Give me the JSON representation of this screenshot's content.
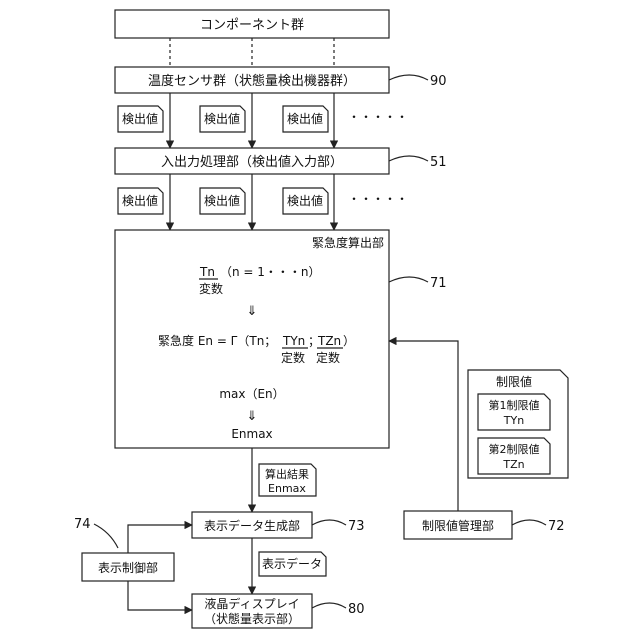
{
  "diagram": {
    "components": "コンポーネント群",
    "sensors": "温度センサ群（状態量検出機器群）",
    "io_unit": "入出力処理部（検出値入力部）",
    "detect_value": "検出値",
    "ellipsis": "・・・・・",
    "calc_unit": "緊急度算出部",
    "tn": "Tn",
    "tn_range": "（n = 1・・・n）",
    "variable": "変数",
    "arrow": "⇓",
    "urgency_prefix": "緊急度 En = Γ（Tn；",
    "tyn": "TYn",
    "sep": "；",
    "tzn": "TZn",
    "close_paren": "）",
    "constant": "定数",
    "max_en": "max（En）",
    "enmax": "Enmax",
    "calc_result_line1": "算出結果",
    "calc_result_line2": "Enmax",
    "limits_title": "制限値",
    "limit1_line1": "第1制限値",
    "limit1_line2": "TYn",
    "limit2_line1": "第2制限値",
    "limit2_line2": "TZn",
    "display_gen": "表示データ生成部",
    "limit_mgr": "制限値管理部",
    "display_ctrl": "表示制御部",
    "display_data": "表示データ",
    "lcd_line1": "液晶ディスプレイ",
    "lcd_line2": "（状態量表示部）",
    "refs": {
      "sensors": "90",
      "io_unit": "51",
      "calc_unit": "71",
      "limit_mgr": "72",
      "display_gen": "73",
      "display_ctrl": "74",
      "lcd": "80"
    }
  }
}
